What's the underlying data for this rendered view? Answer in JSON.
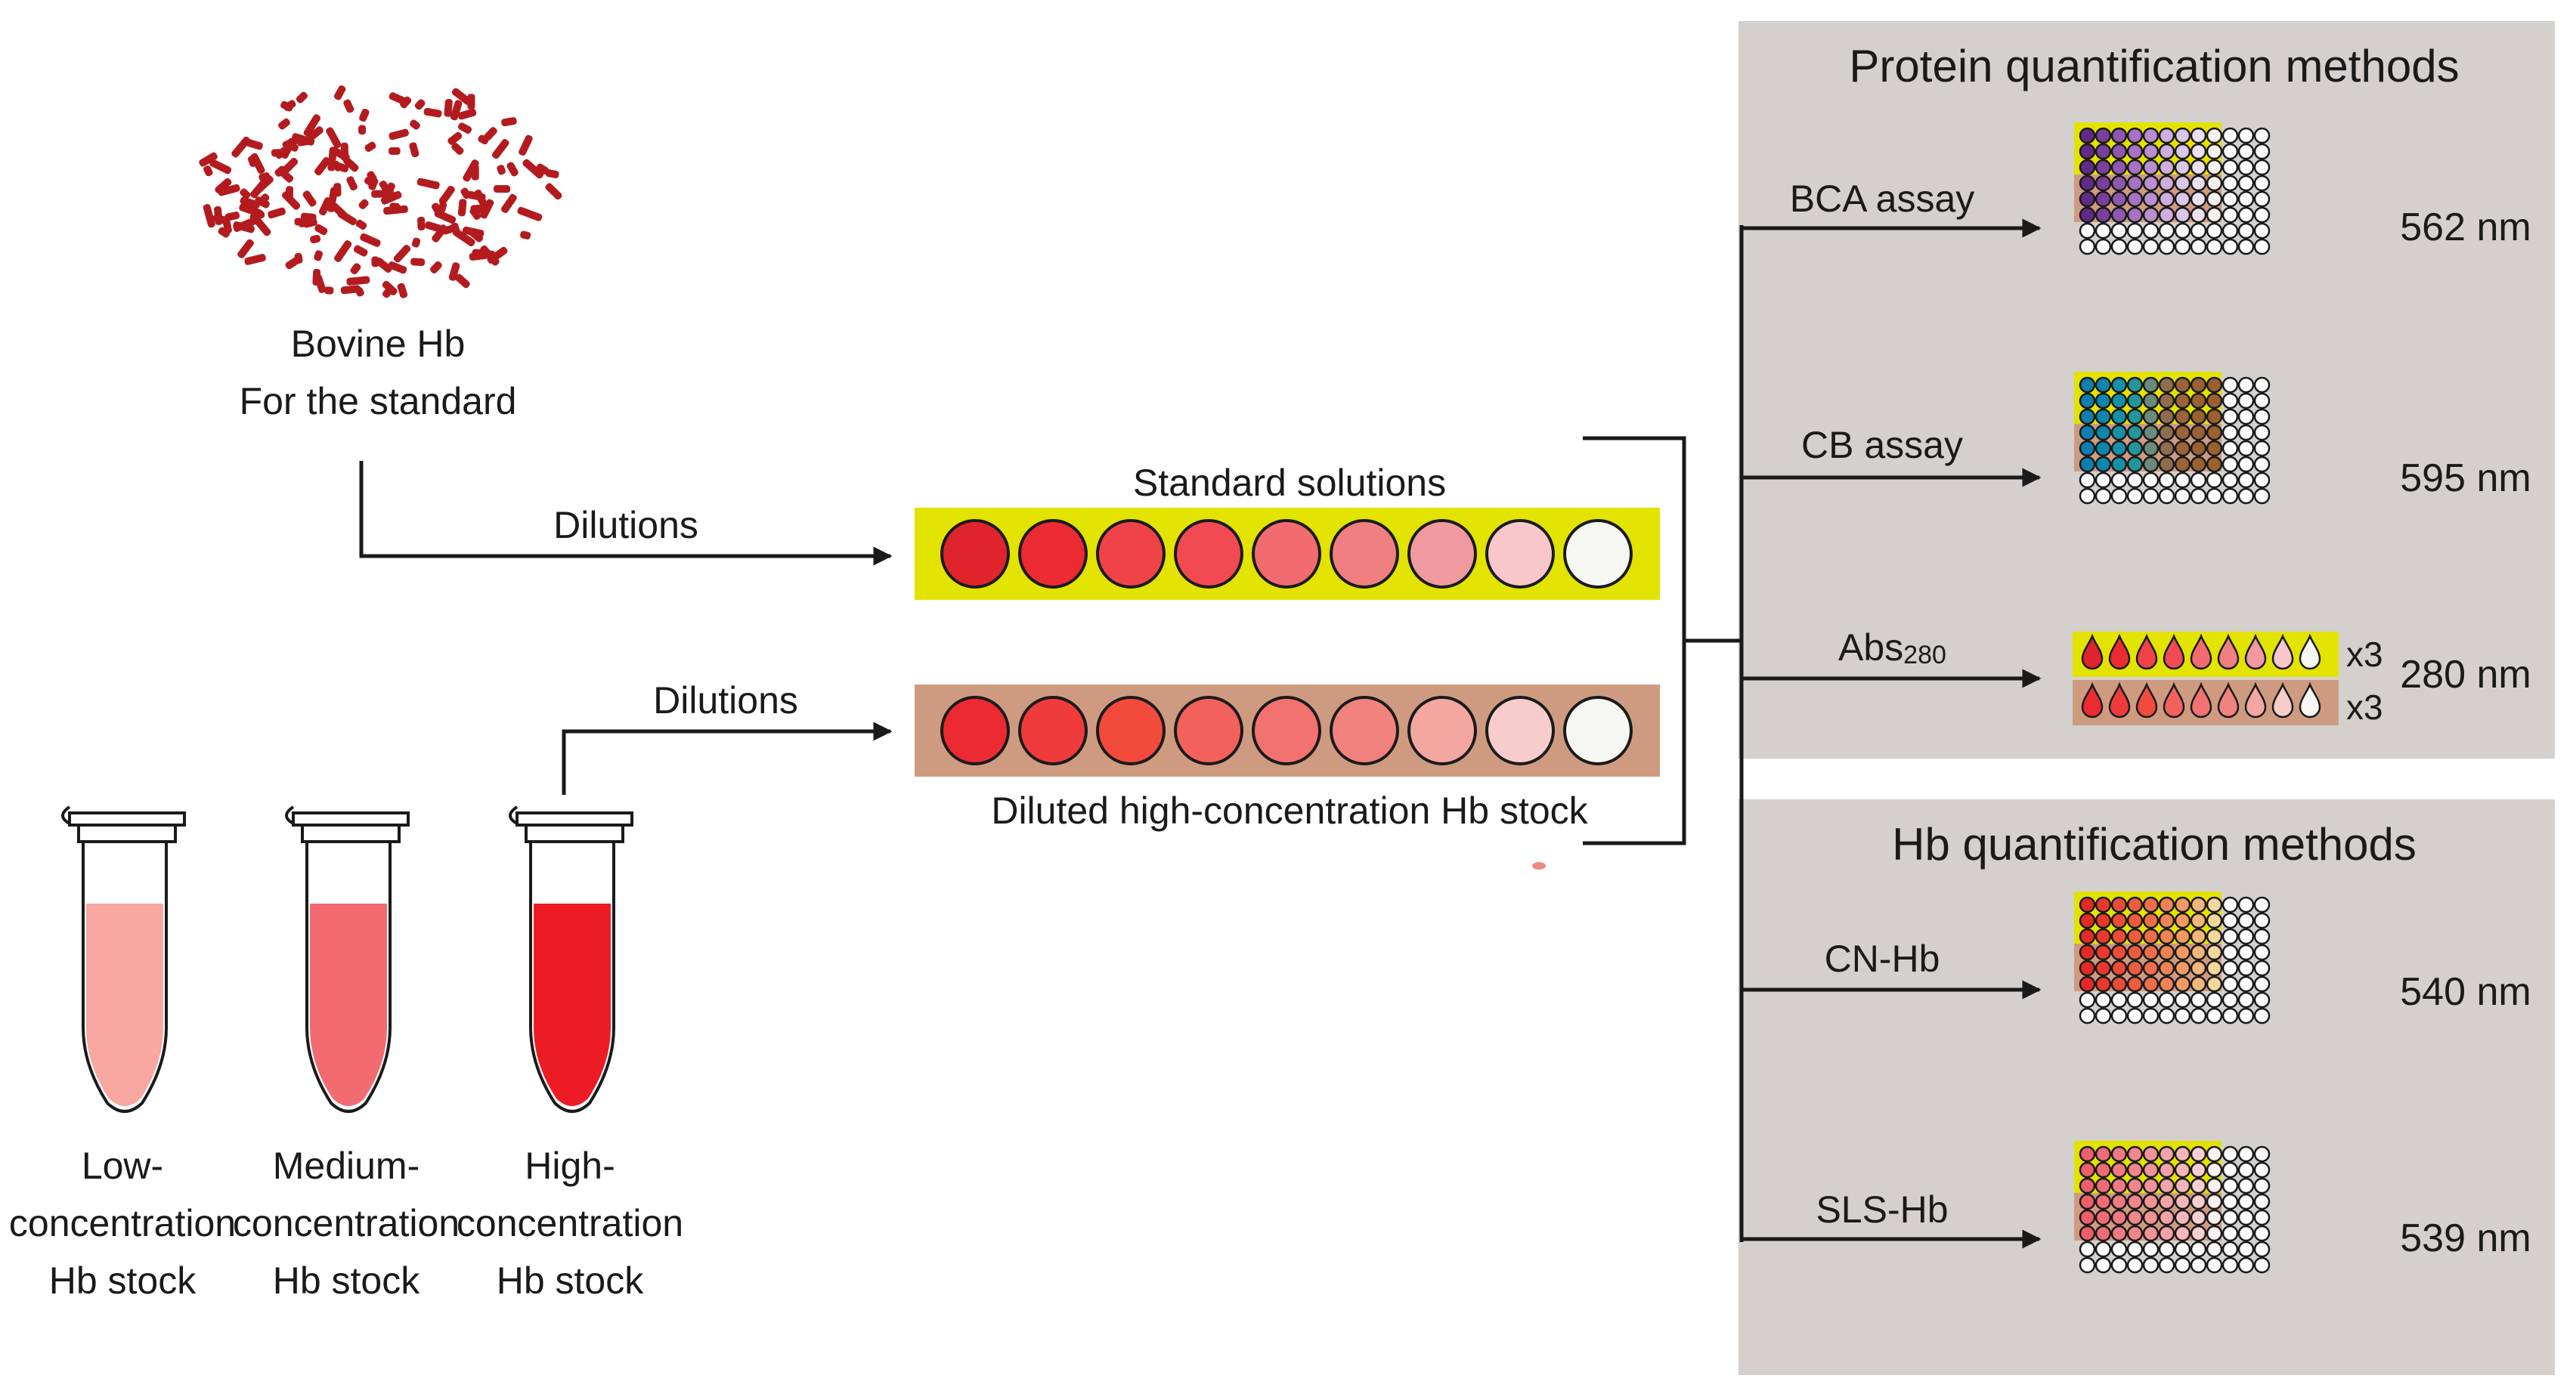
{
  "source": {
    "title_line1": "Bovine Hb",
    "title_line2": "For the standard"
  },
  "arrows": {
    "dilutions_top": "Dilutions",
    "dilutions_bottom": "Dilutions"
  },
  "standard": {
    "label": "Standard solutions",
    "band_color": "#e3e300",
    "colors": [
      "#e0242b",
      "#ec2a32",
      "#f04348",
      "#f24a52",
      "#f26b6e",
      "#f07f82",
      "#f09aa0",
      "#f8c6cb",
      "#f6f7f3"
    ]
  },
  "diluted": {
    "label": "Diluted high-concentration Hb stock",
    "band_color": "#cf9b80",
    "colors": [
      "#ec2a32",
      "#ef3b3b",
      "#f24a3d",
      "#f2615c",
      "#f27270",
      "#f2827e",
      "#f4a7a1",
      "#f7cdcb",
      "#f6f7f3"
    ]
  },
  "tubes": [
    {
      "line1": "Low-",
      "line2": "concentration",
      "line3": "Hb stock",
      "liquid_color": "#f8a7a1"
    },
    {
      "line1": "Medium-",
      "line2": "concentration",
      "line3": "Hb stock",
      "liquid_color": "#f26b70"
    },
    {
      "line1": "High-",
      "line2": "concentration",
      "line3": "Hb stock",
      "liquid_color": "#ed1b25"
    }
  ],
  "protein_panel": {
    "title": "Protein quantification methods",
    "methods": [
      {
        "name": "BCA assay",
        "wavelength": "562 nm",
        "palette": [
          "#5e2b87",
          "#7a3f9d",
          "#8e57b0",
          "#a772c2",
          "#b98fcf",
          "#cfaedd",
          "#dcc7e8",
          "#ece0f1",
          "#f7f2ec"
        ]
      },
      {
        "name": "CB assay",
        "wavelength": "595 nm",
        "palette": [
          "#0c7fb0",
          "#0d87ad",
          "#1590a7",
          "#23969a",
          "#6a8a7a",
          "#8f6d4f",
          "#9b6338",
          "#9a6030",
          "#9a6030"
        ]
      },
      {
        "name": "Abs",
        "subscript": "280",
        "wavelength": "280 nm",
        "std_multiplier": "x3",
        "stock_multiplier": "x3"
      }
    ]
  },
  "hb_panel": {
    "title": "Hb quantification methods",
    "methods": [
      {
        "name": "CN-Hb",
        "wavelength": "540 nm",
        "palette": [
          "#e52a25",
          "#e9392d",
          "#ec4b35",
          "#ee5c3c",
          "#f06e46",
          "#f28352",
          "#f39a62",
          "#f4b679",
          "#f6d79c"
        ]
      },
      {
        "name": "SLS-Hb",
        "wavelength": "539 nm",
        "palette": [
          "#ee5f68",
          "#f06b73",
          "#f2797f",
          "#f3868b",
          "#f49397",
          "#f5a3a6",
          "#f7b7b9",
          "#f9cfd0",
          "#fdf0f0"
        ]
      }
    ]
  },
  "colors": {
    "panel_bg": "#d3d0cd",
    "tube_cap": "#ffffff",
    "line": "#1a1a1a",
    "hb_speck": "#b31b1f"
  }
}
